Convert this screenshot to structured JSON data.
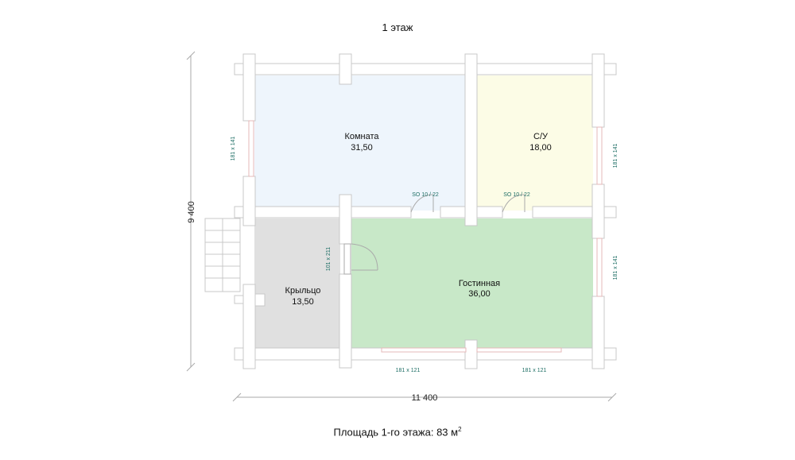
{
  "floor_title": "1 этаж",
  "footer": {
    "label": "Площадь 1-го этажа: 83 м",
    "superscript": "2"
  },
  "dimensions": {
    "width": "11 400",
    "height": "9 400"
  },
  "rooms": {
    "room": {
      "name": "Комната",
      "area": "31,50"
    },
    "bathroom": {
      "name": "С/У",
      "area": "18,00"
    },
    "porch": {
      "name": "Крыльцо",
      "area": "13,50"
    },
    "living": {
      "name": "Гостинная",
      "area": "36,00"
    }
  },
  "openings": {
    "window_left_top": "181 x 141",
    "window_right_top": "181 x 141",
    "window_right_bottom": "181 x 141",
    "window_bottom_left": "181 x 121",
    "window_bottom_right": "181 x 121",
    "door_entrance": "101 x 211",
    "door_room": "SO 10 / 22",
    "door_bathroom": "SO 10 / 22"
  },
  "colors": {
    "room": "#eef5fc",
    "bathroom": "#fcfce6",
    "porch": "#e0e0e0",
    "living": "#c8e8c8",
    "wall": "#ffffff",
    "wall_stroke": "#c8c8c8",
    "label": "#1f6f66"
  }
}
